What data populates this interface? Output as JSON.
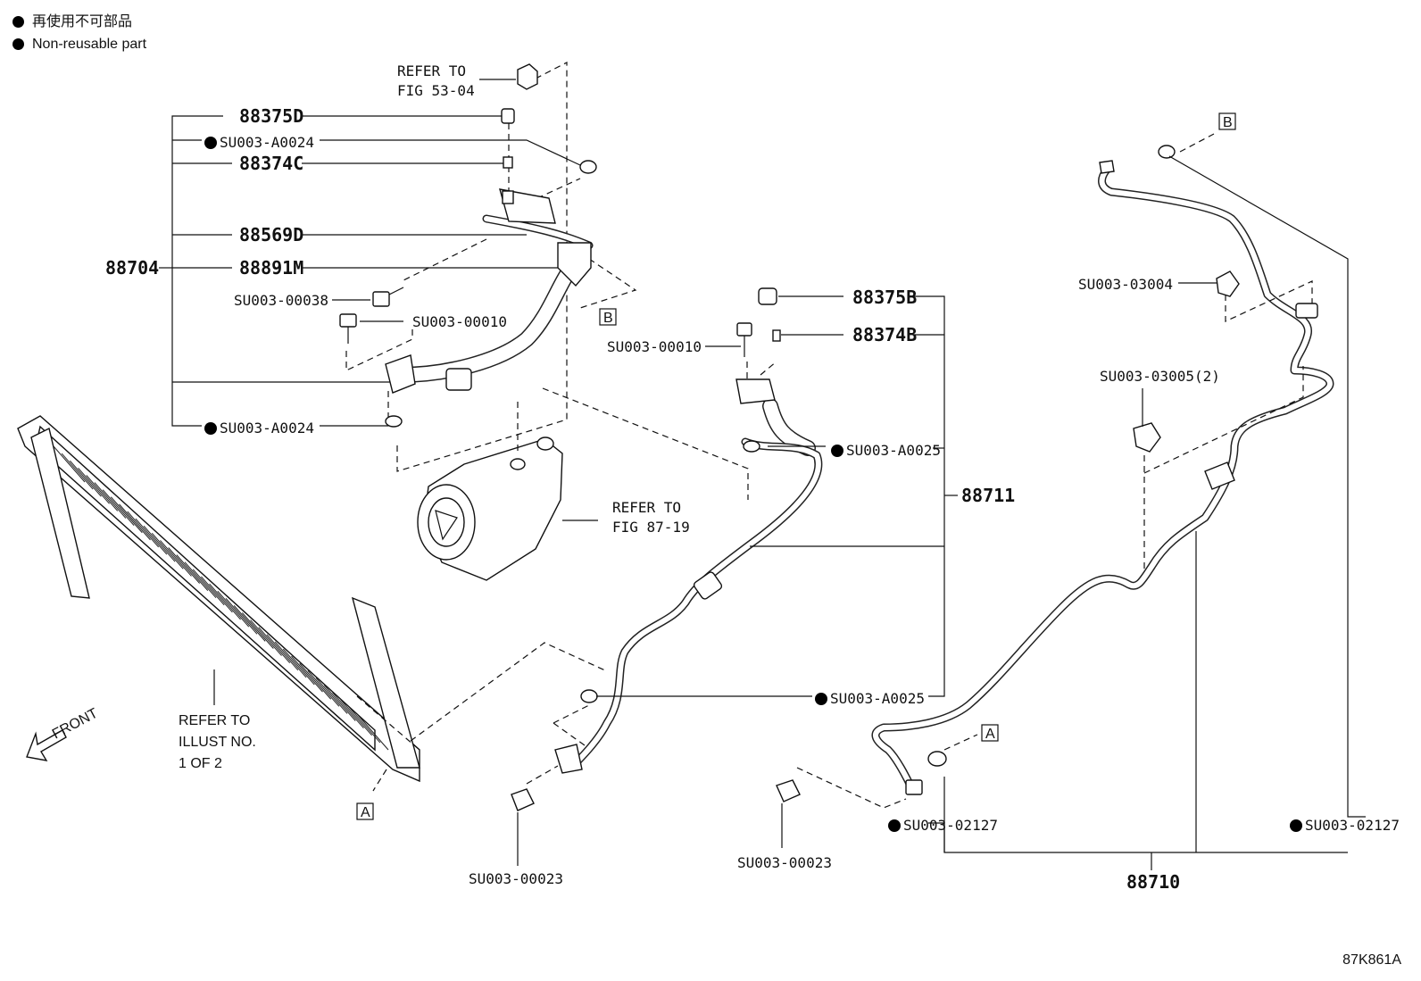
{
  "legend": {
    "line1": "再使用不可部品",
    "line2": "Non-reusable part"
  },
  "refs": {
    "fig5304_line1": "REFER TO",
    "fig5304_line2": "FIG 53-04",
    "fig8719_line1": "REFER TO",
    "fig8719_line2": "FIG 87-19",
    "illust_line1": "REFER TO",
    "illust_line2": "ILLUST NO.",
    "illust_line3": "1 OF 2"
  },
  "front_label": "FRONT",
  "box_labels": {
    "a": "A",
    "b": "B"
  },
  "parts": {
    "p88375D": "88375D",
    "p_su003_a0024_top": "SU003-A0024",
    "p88374C": "88374C",
    "p88569D": "88569D",
    "p88704": "88704",
    "p88891M": "88891M",
    "p_su003_00038": "SU003-00038",
    "p_su003_00010_left": "SU003-00010",
    "p_su003_a0024_bottom": "SU003-A0024",
    "p88375B": "88375B",
    "p_su003_00010_mid": "SU003-00010",
    "p88374B": "88374B",
    "p_su003_a0025_top": "SU003-A0025",
    "p88711": "88711",
    "p_su003_a0025_bottom": "SU003-A0025",
    "p_su003_03004": "SU003-03004",
    "p_su003_03005": "SU003-03005(2)",
    "p_su003_00023_left": "SU003-00023",
    "p_su003_00023_mid": "SU003-00023",
    "p_su003_02127_left": "SU003-02127",
    "p_su003_02127_right": "SU003-02127",
    "p88710": "88710"
  },
  "figure_code": "87K861A"
}
